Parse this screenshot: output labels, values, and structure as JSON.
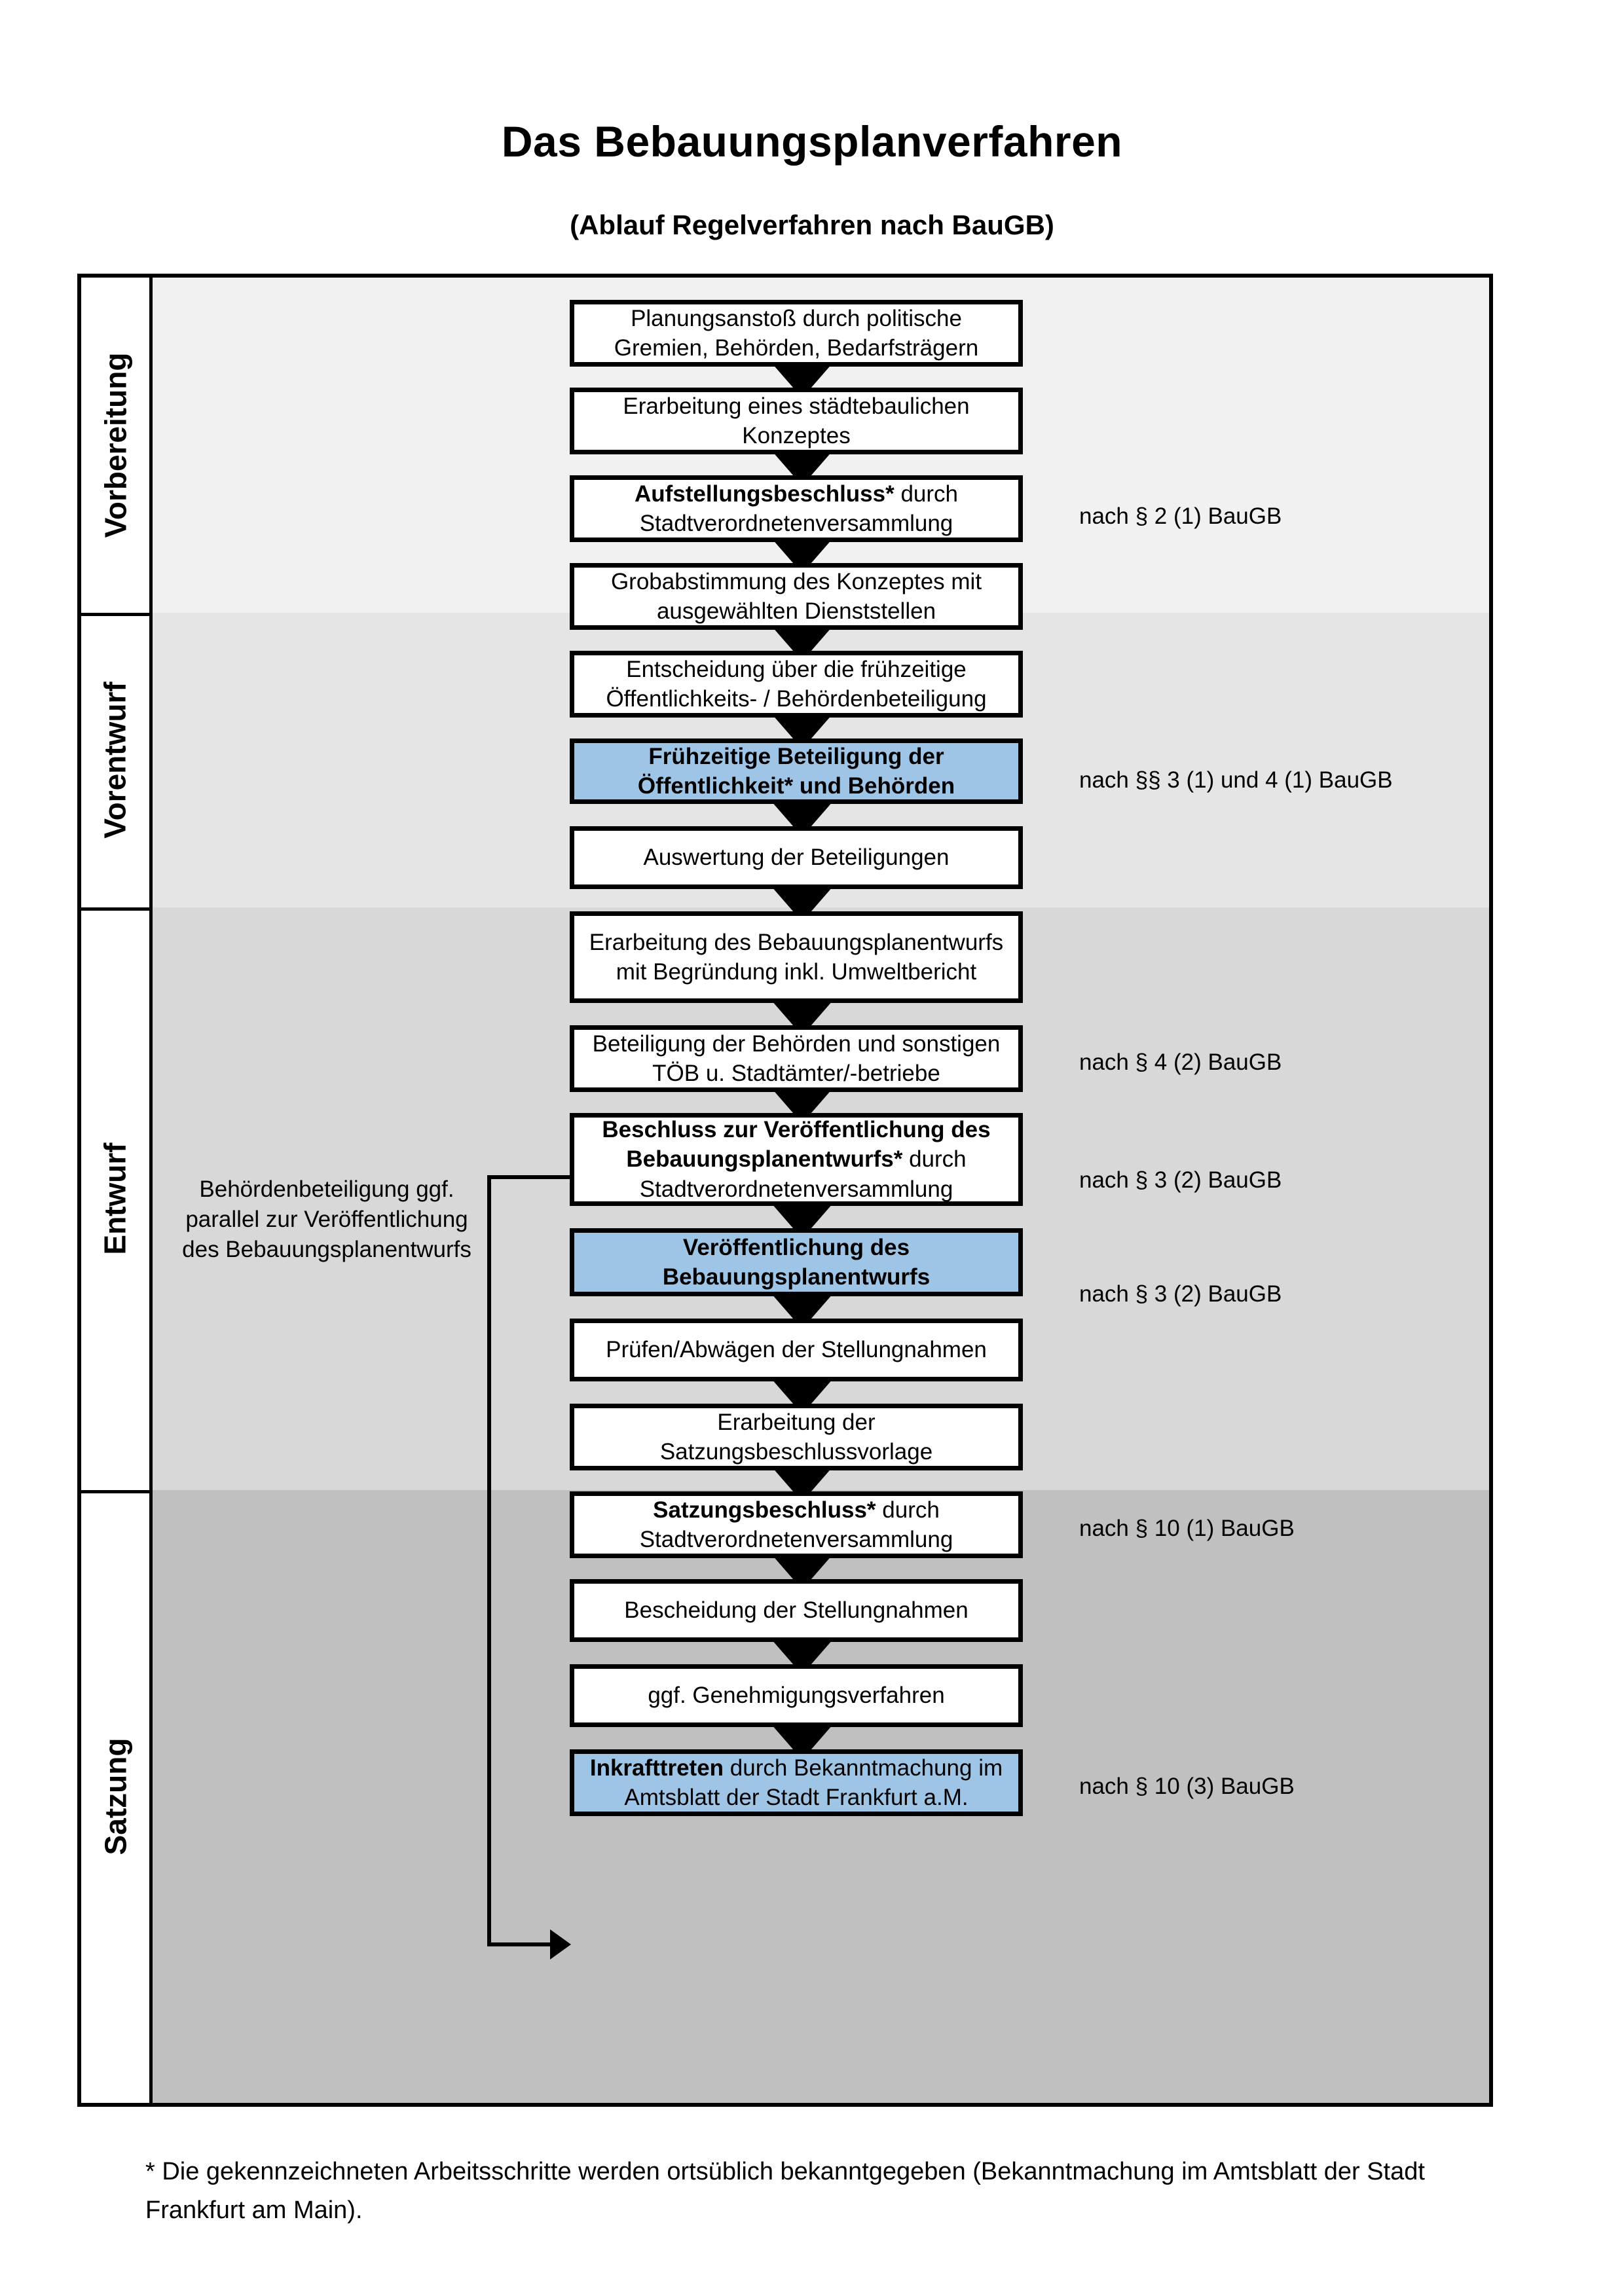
{
  "title": "Das Bebauungsplanverfahren",
  "subtitle": "(Ablauf Regelverfahren nach BauGB)",
  "colors": {
    "highlight_blue": "#9ec4e6",
    "band_vorbereitung": "#f1f1f1",
    "band_vorentwurf": "#e5e5e5",
    "band_entwurf": "#d8d8d8",
    "band_satzung": "#c0c0c0",
    "border": "#000000"
  },
  "phases": [
    {
      "label": "Vorbereitung"
    },
    {
      "label": "Vorentwurf"
    },
    {
      "label": "Entwurf"
    },
    {
      "label": "Satzung"
    }
  ],
  "steps": [
    {
      "id": "planungsanstoss",
      "text": "Planungsanstoß durch politische Gremien, Behörden, Bedarfsträgern",
      "bold_prefix": "",
      "highlight": false
    },
    {
      "id": "staedtebauliches-konzept",
      "text": "Erarbeitung eines städtebaulichen Konzeptes",
      "bold_prefix": "",
      "highlight": false
    },
    {
      "id": "aufstellungsbeschluss",
      "text": "Stadtverordnetenversammlung",
      "bold_prefix": "Aufstellungsbeschluss*",
      "mid_text": " durch",
      "highlight": false
    },
    {
      "id": "grobabstimmung",
      "text": "Grobabstimmung des Konzeptes mit ausgewählten Dienststellen",
      "bold_prefix": "",
      "highlight": false
    },
    {
      "id": "entscheidung-fruehzeitige",
      "text": "Entscheidung über die frühzeitige Öffentlichkeits- / Behördenbeteiligung",
      "bold_prefix": "",
      "highlight": false
    },
    {
      "id": "fruehzeitige-beteiligung",
      "text": "Frühzeitige Beteiligung der Öffentlichkeit* und Behörden",
      "bold_prefix": "",
      "highlight": true,
      "all_bold": true
    },
    {
      "id": "auswertung-beteiligungen",
      "text": "Auswertung der Beteiligungen",
      "bold_prefix": "",
      "highlight": false
    },
    {
      "id": "erarbeitung-entwurf",
      "text": "Erarbeitung des Bebauungsplanentwurfs mit Begründung inkl. Umweltbericht",
      "bold_prefix": "",
      "highlight": false
    },
    {
      "id": "beteiligung-behoerden",
      "text": "Beteiligung der Behörden und sonstigen TÖB u. Stadtämter/-betriebe",
      "bold_prefix": "",
      "highlight": false
    },
    {
      "id": "beschluss-veroeffentlichung",
      "text": "Stadtverordnetenversammlung",
      "bold_prefix": "Beschluss zur Veröffentlichung des Bebauungsplanentwurfs*",
      "mid_text": " durch",
      "highlight": false
    },
    {
      "id": "veroeffentlichung-entwurf",
      "text": "Veröffentlichung des Bebauungsplanentwurfs",
      "bold_prefix": "",
      "highlight": true,
      "all_bold": true
    },
    {
      "id": "pruefen-abwaegen",
      "text": "Prüfen/Abwägen der Stellungnahmen",
      "bold_prefix": "",
      "highlight": false
    },
    {
      "id": "erarbeitung-satzungsvorlage",
      "text": "Erarbeitung der Satzungsbeschlussvorlage",
      "bold_prefix": "",
      "highlight": false
    },
    {
      "id": "satzungsbeschluss",
      "text": "Stadtverordnetenversammlung",
      "bold_prefix": "Satzungsbeschluss*",
      "mid_text": " durch",
      "highlight": false
    },
    {
      "id": "bescheidung-stellungnahmen",
      "text": "Bescheidung der Stellungnahmen",
      "bold_prefix": "",
      "highlight": false
    },
    {
      "id": "genehmigungsverfahren",
      "text": "ggf. Genehmigungsverfahren",
      "bold_prefix": "",
      "highlight": false
    },
    {
      "id": "inkrafttreten",
      "text": " durch Bekanntmachung im Amtsblatt der Stadt Frankfurt a.M.",
      "bold_prefix": "Inkrafttreten",
      "highlight": true
    }
  ],
  "legal_notes": [
    {
      "id": "note-par2-1",
      "text": "nach § 2 (1) BauGB"
    },
    {
      "id": "note-par3-4-1",
      "text": "nach §§ 3 (1) und 4 (1) BauGB"
    },
    {
      "id": "note-par4-2",
      "text": "nach § 4 (2) BauGB"
    },
    {
      "id": "note-par3-2a",
      "text": "nach § 3 (2) BauGB"
    },
    {
      "id": "note-par3-2b",
      "text": "nach § 3 (2) BauGB"
    },
    {
      "id": "note-par10-1",
      "text": "nach § 10 (1) BauGB"
    },
    {
      "id": "note-par10-3",
      "text": "nach § 10 (3) BauGB"
    }
  ],
  "side_note": "Behördenbeteiligung ggf. parallel zur Veröffentlichung des Bebauungsplanentwurfs",
  "footnote": "* Die gekennzeichneten Arbeitsschritte werden ortsüblich bekanntgegeben (Bekanntmachung im Amtsblatt  der Stadt Frankfurt am Main)."
}
